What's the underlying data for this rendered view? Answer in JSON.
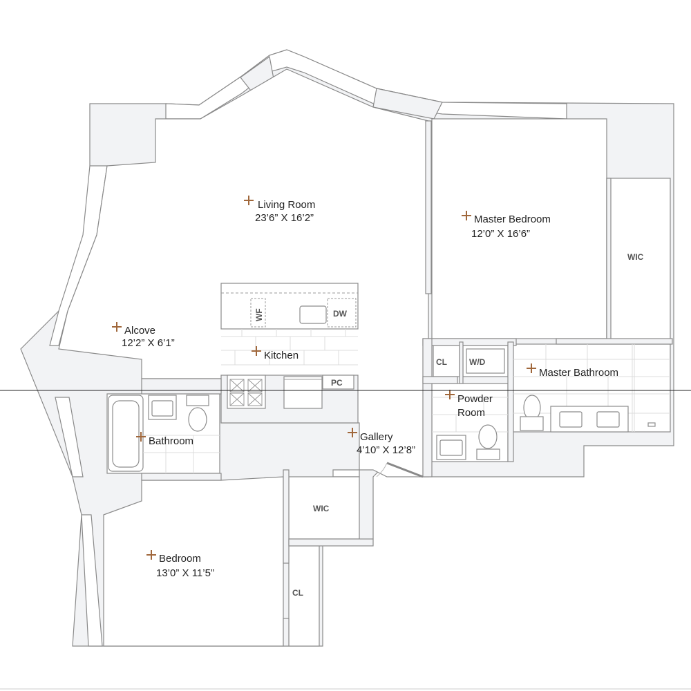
{
  "colors": {
    "marker": "#a0673b",
    "wall_fill": "#f2f3f5",
    "wall_stroke": "#8a8a8a",
    "text": "#222222"
  },
  "rooms": [
    {
      "name": "Living Room",
      "dims": "23’6” X 16’2”"
    },
    {
      "name": "Master Bedroom",
      "dims": "12’0” X 16’6”"
    },
    {
      "name": "Alcove",
      "dims": "12’2” X 6’1”"
    },
    {
      "name": "Kitchen",
      "dims": ""
    },
    {
      "name": "Master Bathroom",
      "dims": ""
    },
    {
      "name": "Powder",
      "dims": "Room"
    },
    {
      "name": "Bathroom",
      "dims": ""
    },
    {
      "name": "Gallery",
      "dims": "4’10” X 12’8”"
    },
    {
      "name": "Bedroom",
      "dims": "13’0” X 11’5”"
    }
  ],
  "tags": {
    "wic_master": "WIC",
    "wic_gallery": "WIC",
    "cl_bedroom": "CL",
    "cl_powder": "CL",
    "washer_dryer": "W/D",
    "pantry_closet": "PC",
    "water_filter": "WF",
    "dishwasher": "DW"
  }
}
